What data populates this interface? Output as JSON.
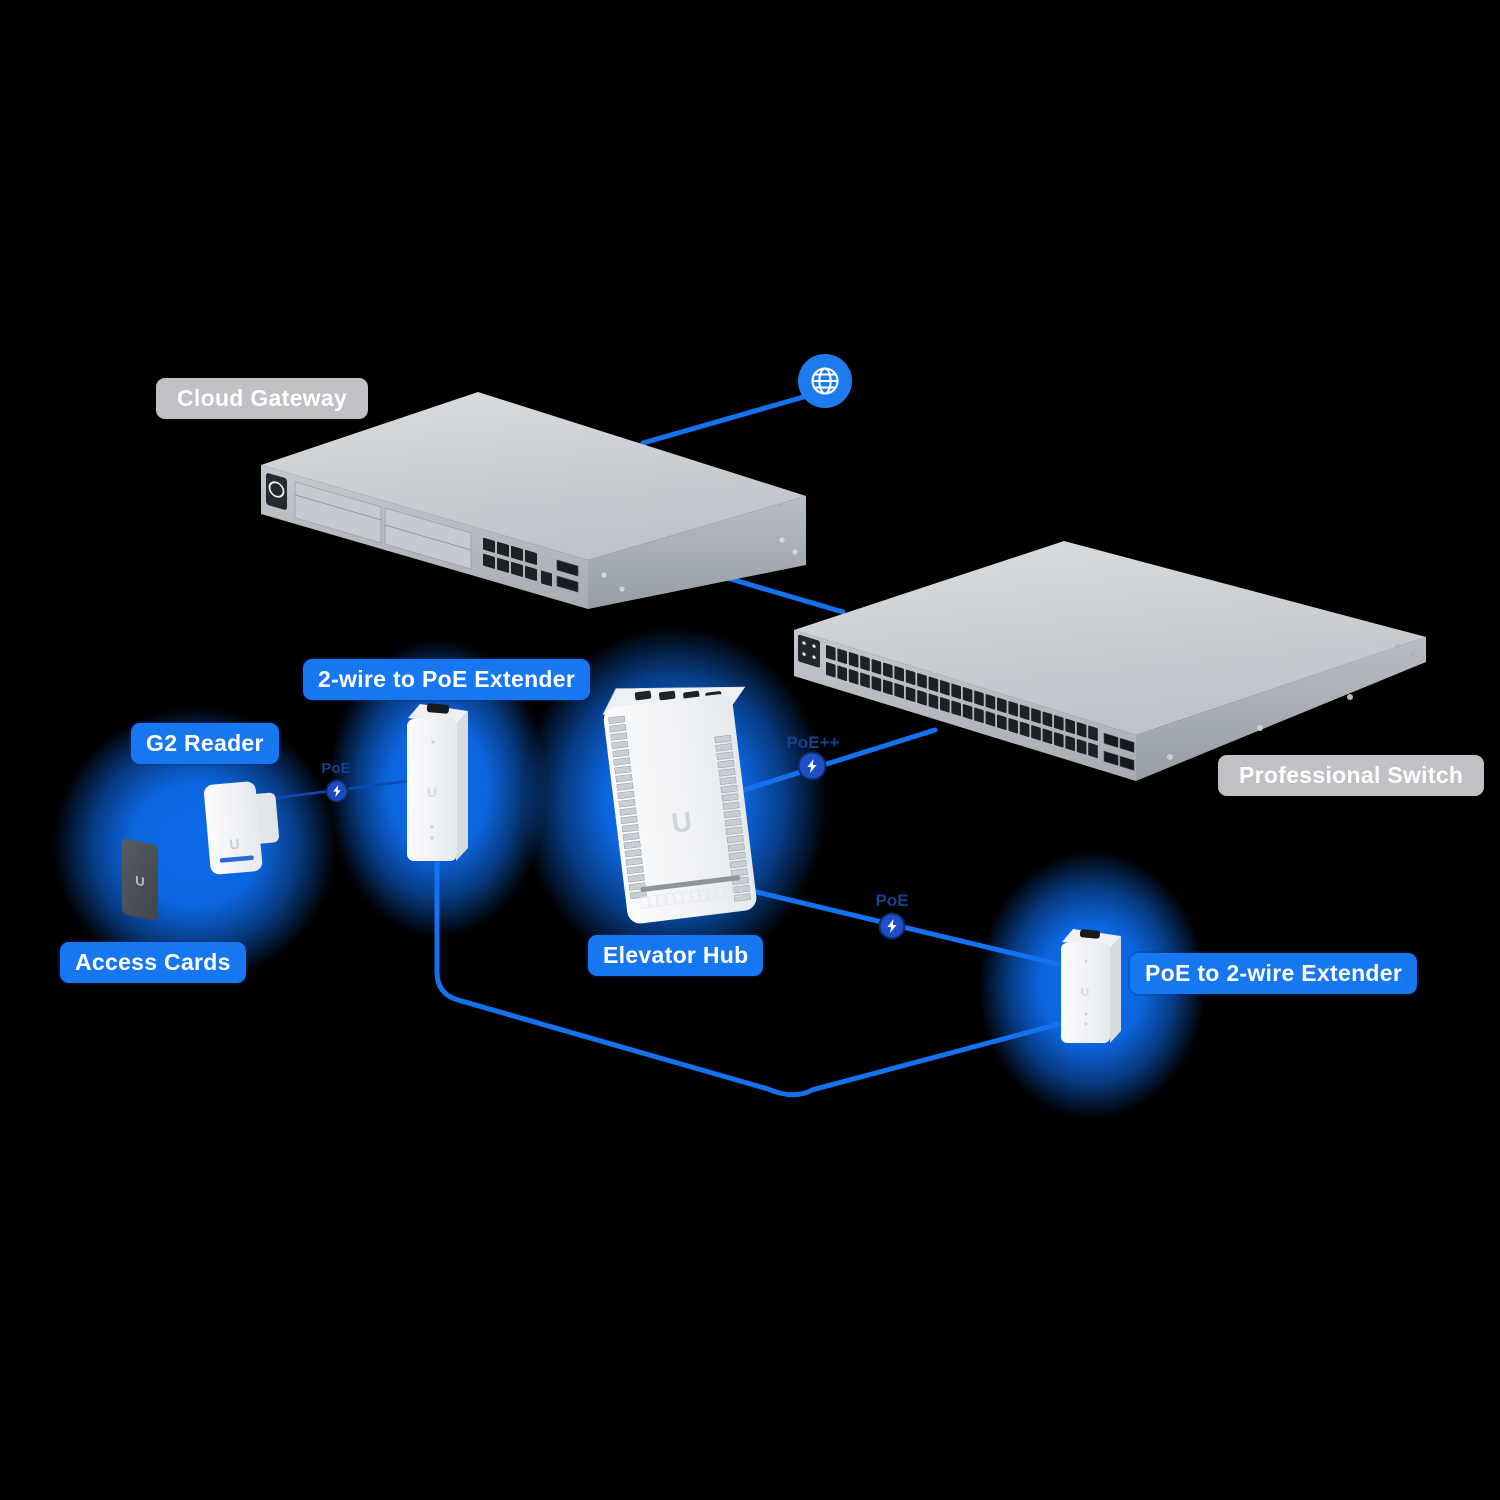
{
  "device_labels": {
    "cloud_gateway": "Cloud Gateway",
    "professional_switch": "Professional Switch",
    "two_wire_to_poe_extender": "2-wire to PoE Extender",
    "g2_reader": "G2 Reader",
    "access_cards": "Access Cards",
    "elevator_hub": "Elevator Hub",
    "poe_to_two_wire_extender": "PoE to 2-wire Extender"
  },
  "connection_labels": {
    "switch_to_hub": "PoE++",
    "hub_to_extender": "PoE",
    "reader_to_extender": "PoE"
  },
  "icons": {
    "internet": "globe-icon",
    "power": "lightning-bolt-icon",
    "u_logo_glyph": "U"
  },
  "colors": {
    "background": "#000000",
    "accent_blue": "#1677f0",
    "line_blue": "#1472f0",
    "glow_blue": "#0d6ef2",
    "label_gray": "#c9cbcf",
    "connection_text": "#16418f",
    "bolt_badge": "#1e4fc9"
  }
}
